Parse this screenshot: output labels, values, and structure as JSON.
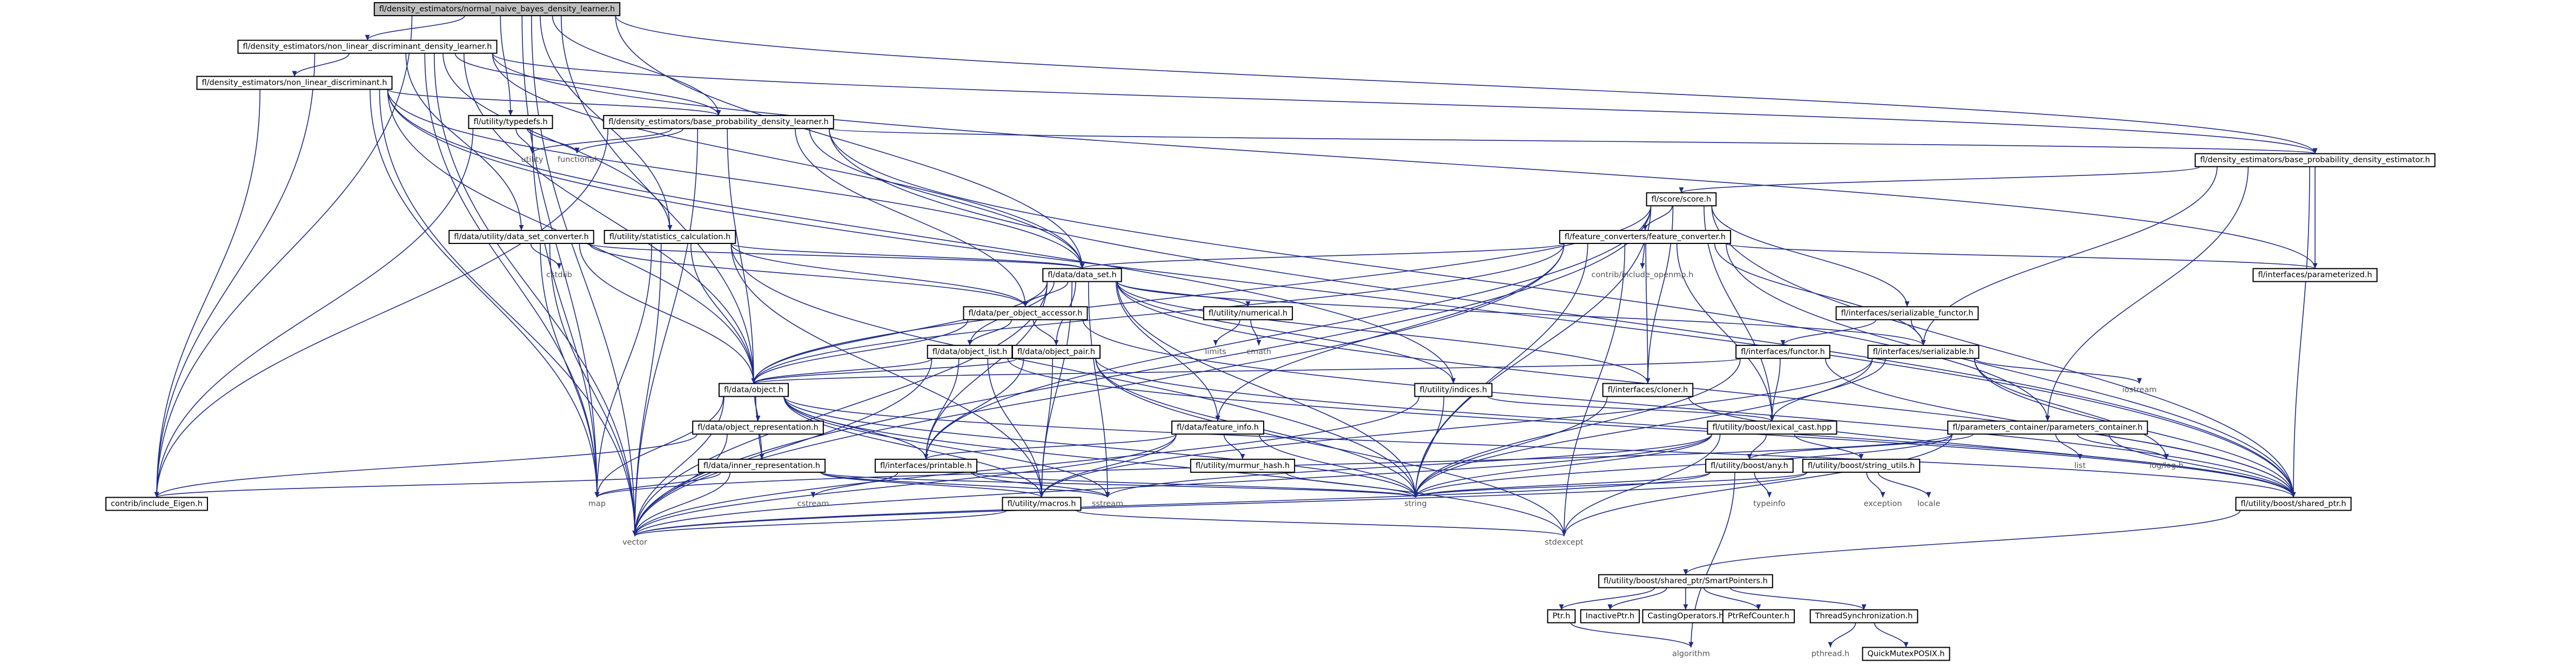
{
  "diagram": {
    "root": "fl/density_estimators/normal_naive_bayes_density_learner.h",
    "nodes": [
      {
        "id": "root",
        "label": "fl/density_estimators/normal_naive_bayes_density_learner.h",
        "boxed": true,
        "root": true
      },
      {
        "id": "nldl",
        "label": "fl/density_estimators/non_linear_discriminant_density_learner.h",
        "boxed": true
      },
      {
        "id": "nld",
        "label": "fl/density_estimators/non_linear_discriminant.h",
        "boxed": true
      },
      {
        "id": "typedefs",
        "label": "fl/utility/typedefs.h",
        "boxed": true
      },
      {
        "id": "bpdl",
        "label": "fl/density_estimators/base_probability_density_learner.h",
        "boxed": true
      },
      {
        "id": "bpde",
        "label": "fl/density_estimators/base_probability_density_estimator.h",
        "boxed": true
      },
      {
        "id": "utility",
        "label": "utility",
        "boxed": false
      },
      {
        "id": "functional",
        "label": "functional",
        "boxed": false
      },
      {
        "id": "score",
        "label": "fl/score/score.h",
        "boxed": true
      },
      {
        "id": "fconv",
        "label": "fl/feature_converters/feature_converter.h",
        "boxed": true
      },
      {
        "id": "dsconv",
        "label": "fl/data/utility/data_set_converter.h",
        "boxed": true
      },
      {
        "id": "stats",
        "label": "fl/utility/statistics_calculation.h",
        "boxed": true
      },
      {
        "id": "dataset",
        "label": "fl/data/data_set.h",
        "boxed": true
      },
      {
        "id": "openmp",
        "label": "contrib/include_openmp.h",
        "boxed": false
      },
      {
        "id": "param",
        "label": "fl/interfaces/parameterized.h",
        "boxed": true
      },
      {
        "id": "cstdlib",
        "label": "cstdlib",
        "boxed": false
      },
      {
        "id": "numerical",
        "label": "fl/utility/numerical.h",
        "boxed": true
      },
      {
        "id": "limits",
        "label": "limits",
        "boxed": false
      },
      {
        "id": "cmath",
        "label": "cmath",
        "boxed": false
      },
      {
        "id": "poa",
        "label": "fl/data/per_object_accessor.h",
        "boxed": true
      },
      {
        "id": "sfunctor",
        "label": "fl/interfaces/serializable_functor.h",
        "boxed": true
      },
      {
        "id": "functor",
        "label": "fl/interfaces/functor.h",
        "boxed": true
      },
      {
        "id": "serializable",
        "label": "fl/interfaces/serializable.h",
        "boxed": true
      },
      {
        "id": "objlist",
        "label": "fl/data/object_list.h",
        "boxed": true
      },
      {
        "id": "objpair",
        "label": "fl/data/object_pair.h",
        "boxed": true
      },
      {
        "id": "indices",
        "label": "fl/utility/indices.h",
        "boxed": true
      },
      {
        "id": "cloner",
        "label": "fl/interfaces/cloner.h",
        "boxed": true
      },
      {
        "id": "iostream",
        "label": "iostream",
        "boxed": false
      },
      {
        "id": "object",
        "label": "fl/data/object.h",
        "boxed": true
      },
      {
        "id": "lexcast",
        "label": "fl/utility/boost/lexical_cast.hpp",
        "boxed": true
      },
      {
        "id": "pcont",
        "label": "fl/parameters_container/parameters_container.h",
        "boxed": true
      },
      {
        "id": "objrep",
        "label": "fl/data/object_representation.h",
        "boxed": true
      },
      {
        "id": "finfo",
        "label": "fl/data/feature_info.h",
        "boxed": true
      },
      {
        "id": "inner",
        "label": "fl/data/inner_representation.h",
        "boxed": true
      },
      {
        "id": "murmur",
        "label": "fl/utility/murmur_hash.h",
        "boxed": true
      },
      {
        "id": "printable",
        "label": "fl/interfaces/printable.h",
        "boxed": true
      },
      {
        "id": "any",
        "label": "fl/utility/boost/any.h",
        "boxed": true
      },
      {
        "id": "strutils",
        "label": "fl/utility/boost/string_utils.h",
        "boxed": true
      },
      {
        "id": "list",
        "label": "list",
        "boxed": false
      },
      {
        "id": "logging",
        "label": "log/log.h",
        "boxed": false
      },
      {
        "id": "eigen",
        "label": "contrib/include_Eigen.h",
        "boxed": true
      },
      {
        "id": "map",
        "label": "map",
        "boxed": false
      },
      {
        "id": "cstream",
        "label": "cstream",
        "boxed": false
      },
      {
        "id": "sstream",
        "label": "sstream",
        "boxed": false
      },
      {
        "id": "string",
        "label": "string",
        "boxed": false
      },
      {
        "id": "typeinfo",
        "label": "typeinfo",
        "boxed": false
      },
      {
        "id": "exception",
        "label": "exception",
        "boxed": false
      },
      {
        "id": "locale",
        "label": "locale",
        "boxed": false
      },
      {
        "id": "sharedptr",
        "label": "fl/utility/boost/shared_ptr.h",
        "boxed": true
      },
      {
        "id": "macros",
        "label": "fl/utility/macros.h",
        "boxed": true
      },
      {
        "id": "vector",
        "label": "vector",
        "boxed": false
      },
      {
        "id": "stdexcept",
        "label": "stdexcept",
        "boxed": false
      },
      {
        "id": "smart",
        "label": "fl/utility/boost/shared_ptr/SmartPointers.h",
        "boxed": true
      },
      {
        "id": "ptr",
        "label": "Ptr.h",
        "boxed": true
      },
      {
        "id": "inactive",
        "label": "InactivePtr.h",
        "boxed": true
      },
      {
        "id": "casting",
        "label": "CastingOperators.h",
        "boxed": true
      },
      {
        "id": "refcounter",
        "label": "PtrRefCounter.h",
        "boxed": true
      },
      {
        "id": "threadsync",
        "label": "ThreadSynchronization.h",
        "boxed": true
      },
      {
        "id": "algorithm",
        "label": "algorithm",
        "boxed": false
      },
      {
        "id": "pthread",
        "label": "pthread.h",
        "boxed": false
      },
      {
        "id": "mutex",
        "label": "QuickMutexPOSIX.h",
        "boxed": true
      }
    ],
    "edges": [
      [
        "root",
        "nldl"
      ],
      [
        "root",
        "typedefs"
      ],
      [
        "root",
        "bpdl"
      ],
      [
        "root",
        "bpde"
      ],
      [
        "root",
        "stats"
      ],
      [
        "root",
        "dataset"
      ],
      [
        "root",
        "object"
      ],
      [
        "root",
        "eigen"
      ],
      [
        "root",
        "map"
      ],
      [
        "root",
        "vector"
      ],
      [
        "nldl",
        "nld"
      ],
      [
        "nldl",
        "bpdl"
      ],
      [
        "nldl",
        "bpde"
      ],
      [
        "nldl",
        "dsconv"
      ],
      [
        "nldl",
        "stats"
      ],
      [
        "nldl",
        "dataset"
      ],
      [
        "nldl",
        "object"
      ],
      [
        "nldl",
        "eigen"
      ],
      [
        "nldl",
        "map"
      ],
      [
        "nldl",
        "vector"
      ],
      [
        "nldl",
        "param"
      ],
      [
        "nld",
        "bpdl"
      ],
      [
        "nld",
        "dataset"
      ],
      [
        "nld",
        "object"
      ],
      [
        "nld",
        "eigen"
      ],
      [
        "nld",
        "map"
      ],
      [
        "nld",
        "vector"
      ],
      [
        "nld",
        "indices"
      ],
      [
        "nld",
        "sharedptr"
      ],
      [
        "typedefs",
        "utility"
      ],
      [
        "typedefs",
        "functional"
      ],
      [
        "typedefs",
        "eigen"
      ],
      [
        "typedefs",
        "map"
      ],
      [
        "bpdl",
        "bpde"
      ],
      [
        "bpdl",
        "functional"
      ],
      [
        "bpdl",
        "utility"
      ],
      [
        "bpdl",
        "dataset"
      ],
      [
        "bpdl",
        "object"
      ],
      [
        "bpdl",
        "poa"
      ],
      [
        "bpdl",
        "pcont"
      ],
      [
        "bpdl",
        "eigen"
      ],
      [
        "bpdl",
        "vector"
      ],
      [
        "bpdl",
        "sharedptr"
      ],
      [
        "bpde",
        "score"
      ],
      [
        "bpde",
        "param"
      ],
      [
        "bpde",
        "serializable"
      ],
      [
        "bpde",
        "pcont"
      ],
      [
        "bpde",
        "sharedptr"
      ],
      [
        "score",
        "fconv"
      ],
      [
        "score",
        "sfunctor"
      ],
      [
        "score",
        "object"
      ],
      [
        "score",
        "cloner"
      ],
      [
        "score",
        "lexcast"
      ],
      [
        "score",
        "string"
      ],
      [
        "score",
        "sharedptr"
      ],
      [
        "score",
        "vector"
      ],
      [
        "score",
        "printable"
      ],
      [
        "fconv",
        "dataset"
      ],
      [
        "fconv",
        "openmp"
      ],
      [
        "fconv",
        "param"
      ],
      [
        "fconv",
        "serializable"
      ],
      [
        "fconv",
        "cloner"
      ],
      [
        "fconv",
        "lexcast"
      ],
      [
        "fconv",
        "object"
      ],
      [
        "fconv",
        "finfo"
      ],
      [
        "fconv",
        "string"
      ],
      [
        "fconv",
        "vector"
      ],
      [
        "fconv",
        "stdexcept"
      ],
      [
        "fconv",
        "sharedptr"
      ],
      [
        "dsconv",
        "cstdlib"
      ],
      [
        "dsconv",
        "dataset"
      ],
      [
        "dsconv",
        "poa"
      ],
      [
        "dsconv",
        "object"
      ],
      [
        "dsconv",
        "vector"
      ],
      [
        "dsconv",
        "map"
      ],
      [
        "stats",
        "dataset"
      ],
      [
        "stats",
        "poa"
      ],
      [
        "stats",
        "object"
      ],
      [
        "stats",
        "map"
      ],
      [
        "stats",
        "vector"
      ],
      [
        "stats",
        "macros"
      ],
      [
        "stats",
        "string"
      ],
      [
        "dataset",
        "numerical"
      ],
      [
        "dataset",
        "poa"
      ],
      [
        "dataset",
        "objlist"
      ],
      [
        "dataset",
        "objpair"
      ],
      [
        "dataset",
        "object"
      ],
      [
        "dataset",
        "finfo"
      ],
      [
        "dataset",
        "indices"
      ],
      [
        "dataset",
        "printable"
      ],
      [
        "dataset",
        "cloner"
      ],
      [
        "dataset",
        "sharedptr"
      ],
      [
        "dataset",
        "macros"
      ],
      [
        "dataset",
        "string"
      ],
      [
        "dataset",
        "vector"
      ],
      [
        "dataset",
        "sstream"
      ],
      [
        "dataset",
        "serializable"
      ],
      [
        "numerical",
        "limits"
      ],
      [
        "numerical",
        "cmath"
      ],
      [
        "poa",
        "object"
      ],
      [
        "poa",
        "objpair"
      ],
      [
        "poa",
        "objlist"
      ],
      [
        "poa",
        "sharedptr"
      ],
      [
        "sfunctor",
        "functor"
      ],
      [
        "sfunctor",
        "serializable"
      ],
      [
        "functor",
        "object"
      ],
      [
        "functor",
        "lexcast"
      ],
      [
        "functor",
        "sharedptr"
      ],
      [
        "functor",
        "string"
      ],
      [
        "serializable",
        "lexcast"
      ],
      [
        "serializable",
        "iostream"
      ],
      [
        "serializable",
        "logging"
      ],
      [
        "serializable",
        "sharedptr"
      ],
      [
        "serializable",
        "string"
      ],
      [
        "serializable",
        "macros"
      ],
      [
        "objlist",
        "object"
      ],
      [
        "objlist",
        "printable"
      ],
      [
        "objlist",
        "macros"
      ],
      [
        "objlist",
        "sharedptr"
      ],
      [
        "objlist",
        "vector"
      ],
      [
        "objpair",
        "object"
      ],
      [
        "objpair",
        "printable"
      ],
      [
        "objpair",
        "macros"
      ],
      [
        "objpair",
        "sharedptr"
      ],
      [
        "objpair",
        "string"
      ],
      [
        "objpair",
        "stdexcept"
      ],
      [
        "indices",
        "vector"
      ],
      [
        "indices",
        "lexcast"
      ],
      [
        "indices",
        "string"
      ],
      [
        "cloner",
        "sharedptr"
      ],
      [
        "cloner",
        "string"
      ],
      [
        "object",
        "objrep"
      ],
      [
        "object",
        "inner"
      ],
      [
        "object",
        "printable"
      ],
      [
        "object",
        "macros"
      ],
      [
        "object",
        "map"
      ],
      [
        "object",
        "vector"
      ],
      [
        "object",
        "sstream"
      ],
      [
        "object",
        "string"
      ],
      [
        "object",
        "stdexcept"
      ],
      [
        "object",
        "sharedptr"
      ],
      [
        "lexcast",
        "any"
      ],
      [
        "lexcast",
        "strutils"
      ],
      [
        "lexcast",
        "string"
      ],
      [
        "lexcast",
        "sstream"
      ],
      [
        "lexcast",
        "vector"
      ],
      [
        "lexcast",
        "stdexcept"
      ],
      [
        "pcont",
        "any"
      ],
      [
        "pcont",
        "list"
      ],
      [
        "pcont",
        "logging"
      ],
      [
        "pcont",
        "sharedptr"
      ],
      [
        "pcont",
        "string"
      ],
      [
        "pcont",
        "map"
      ],
      [
        "pcont",
        "stdexcept"
      ],
      [
        "objrep",
        "inner"
      ],
      [
        "objrep",
        "eigen"
      ],
      [
        "objrep",
        "vector"
      ],
      [
        "finfo",
        "murmur"
      ],
      [
        "finfo",
        "printable"
      ],
      [
        "finfo",
        "string"
      ],
      [
        "finfo",
        "vector"
      ],
      [
        "finfo",
        "macros"
      ],
      [
        "inner",
        "eigen"
      ],
      [
        "inner",
        "map"
      ],
      [
        "inner",
        "vector"
      ],
      [
        "inner",
        "string"
      ],
      [
        "inner",
        "macros"
      ],
      [
        "inner",
        "sstream"
      ],
      [
        "murmur",
        "string"
      ],
      [
        "printable",
        "cstream"
      ],
      [
        "printable",
        "sstream"
      ],
      [
        "printable",
        "string"
      ],
      [
        "any",
        "typeinfo"
      ],
      [
        "any",
        "algorithm"
      ],
      [
        "any",
        "string"
      ],
      [
        "any",
        "vector"
      ],
      [
        "strutils",
        "exception"
      ],
      [
        "strutils",
        "locale"
      ],
      [
        "strutils",
        "string"
      ],
      [
        "strutils",
        "vector"
      ],
      [
        "macros",
        "vector"
      ],
      [
        "macros",
        "stdexcept"
      ],
      [
        "sharedptr",
        "smart"
      ],
      [
        "smart",
        "ptr"
      ],
      [
        "smart",
        "inactive"
      ],
      [
        "smart",
        "casting"
      ],
      [
        "smart",
        "refcounter"
      ],
      [
        "smart",
        "threadsync"
      ],
      [
        "ptr",
        "algorithm"
      ],
      [
        "threadsync",
        "pthread"
      ],
      [
        "threadsync",
        "mutex"
      ]
    ]
  }
}
